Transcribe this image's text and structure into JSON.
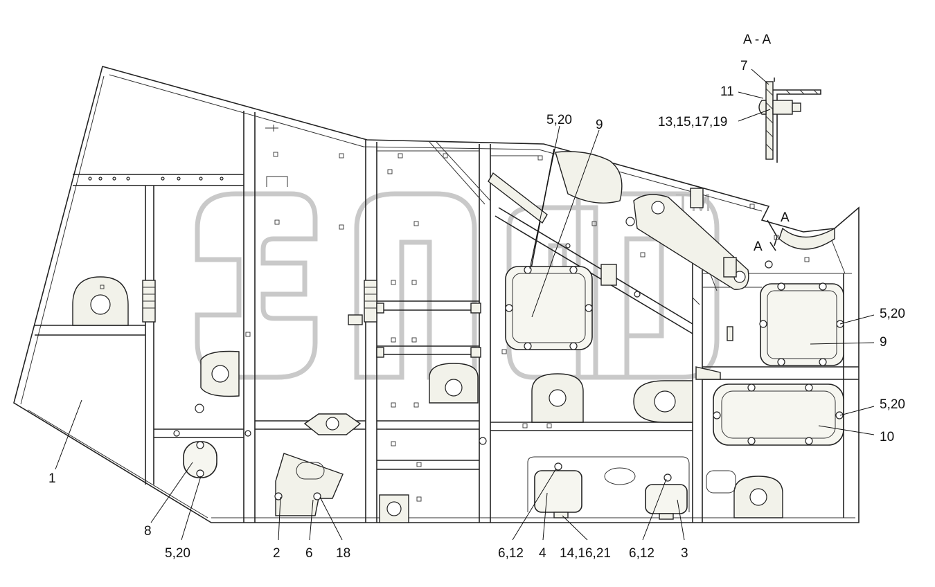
{
  "section_title": "A - A",
  "watermark_tm": "TM",
  "section_marks": [
    "A",
    "A"
  ],
  "labels": {
    "l1": "1",
    "l2": "2",
    "l3": "3",
    "l4": "4",
    "l6": "6",
    "l7": "7",
    "l8": "8",
    "l9_top": "9",
    "l9_right": "9",
    "l10": "10",
    "l11": "11",
    "l18": "18",
    "l520_top": "5,20",
    "l520_right1": "5,20",
    "l520_right2": "5,20",
    "l520_bottom": "5,20",
    "l612_a": "6,12",
    "l612_b": "6,12",
    "l141621": "14,16,21",
    "l13151719": "13,15,17,19"
  }
}
